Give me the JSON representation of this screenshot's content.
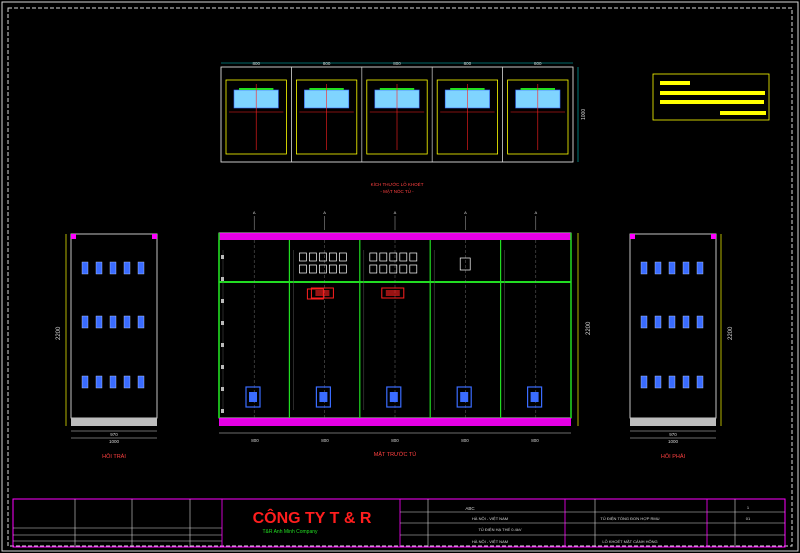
{
  "top_view": {
    "panel_width": "800",
    "depth": "1000",
    "title_line1": "KÍCH THƯỚC LỖ KHOÉT",
    "title_line2": "- MẶT NÓC TỦ -"
  },
  "side_left": {
    "height": "2200",
    "inner_width": "970",
    "outer_width": "1000",
    "caption": "HÔI TRÁI"
  },
  "front": {
    "height": "2200",
    "widths": [
      "800",
      "800",
      "800",
      "800",
      "800"
    ],
    "caption": "MẶT TRƯỚC TỦ"
  },
  "side_right": {
    "height": "2200",
    "inner_width": "970",
    "outer_width": "1000",
    "caption": "HÔI PHẢI"
  },
  "title_block": {
    "company": "CÔNG TY T & R",
    "slogan": "T&R Anh Minh Company",
    "code": "ABC",
    "city1": "HÀ NỘI - VIỆT NAM",
    "project": "TỦ ĐIỆN HẠ THẾ 0.4kV",
    "city2": "HÀ NỘI - VIỆT NAM",
    "drawing_title": "TỦ ĐIỆN TỔNG ĐƠN HỢP RMU",
    "drawing_name": "LỖ KHOÉT MẶT CÁNH HÔNG",
    "sheet": "1",
    "sheet_no": "01"
  },
  "colors": {
    "frame": "#d8d8d8",
    "title_border": "#ff00ff",
    "yellow": "#ffff00",
    "green": "#22dd22",
    "red": "#ff2020",
    "blue": "#3a6cff",
    "cyan": "#00cccc",
    "magenta": "#ff00ff"
  }
}
